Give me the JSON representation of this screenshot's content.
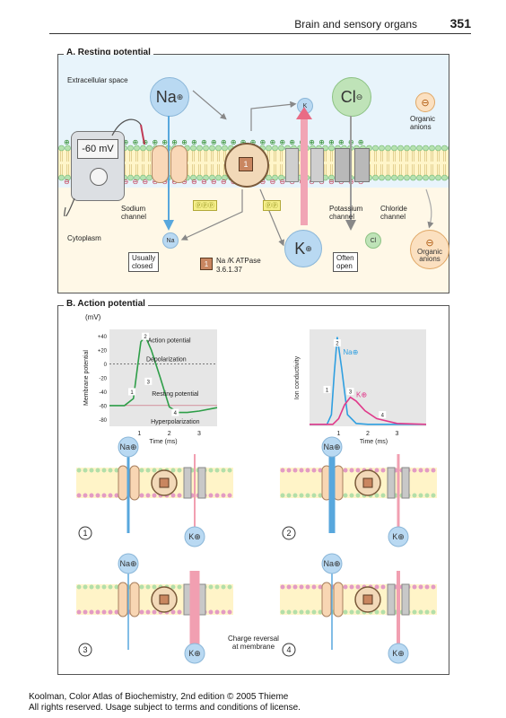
{
  "header": {
    "title": "Brain and sensory organs",
    "page": "351"
  },
  "panel_a": {
    "title": "A. Resting potential",
    "extracellular": "Extracellular space",
    "cytoplasm": "Cytoplasm",
    "voltmeter": "-60 mV",
    "na": "Na",
    "k": "K",
    "cl": "Cl",
    "k_small": "K",
    "na_small": "Na",
    "cl_small": "Cl",
    "sodium_channel": "Sodium\nchannel",
    "potassium_channel": "Potassium\nchannel",
    "chloride_channel": "Chloride\nchannel",
    "organic_anions_top": "Organic\nanions",
    "organic_anions_bottom": "Organic\nanions",
    "usually_closed": "Usually\nclosed",
    "often_open": "Often\nopen",
    "atpase_number": "1",
    "atpase_label": "Na /K  ATPase",
    "atpase_ec": "3.6.1.37",
    "pump_number": "1",
    "minus": "⊖",
    "plus": "⊕"
  },
  "panel_b": {
    "title": "B. Action potential",
    "chart_left": {
      "unit": "(mV)",
      "ylabel": "Membrane potential",
      "xlabel": "Time (ms)",
      "title": "Action potential",
      "depolarization": "Depolarization",
      "resting": "Resting potential",
      "hyperpolarization": "Hyperpolarization",
      "yticks": [
        "+40",
        "+20",
        "0",
        "-20",
        "-40",
        "-60",
        "-80"
      ],
      "xticks": [
        "1",
        "2",
        "3"
      ],
      "points": [
        "1",
        "2",
        "3",
        "4"
      ]
    },
    "chart_right": {
      "ylabel": "Ion conductivity",
      "xlabel": "Time (ms)",
      "na_label": "Na",
      "k_label": "K",
      "xticks": [
        "1",
        "2",
        "3"
      ],
      "points": [
        "1",
        "2",
        "3",
        "4"
      ]
    },
    "stages": [
      "1",
      "2",
      "3",
      "4"
    ],
    "charge_reversal": "Charge reversal\nat membrane",
    "na": "Na",
    "k": "K"
  },
  "footer": {
    "line1": "Koolman, Color Atlas of Biochemistry, 2nd edition © 2005 Thieme",
    "line2": "All rights reserved. Usage subject to terms and conditions of license."
  },
  "chart_data": [
    {
      "type": "line",
      "title": "Action potential",
      "xlabel": "Time (ms)",
      "ylabel": "Membrane potential",
      "unit": "(mV)",
      "ylim": [
        -90,
        50
      ],
      "xlim": [
        0,
        3.6
      ],
      "series": [
        {
          "x": [
            0,
            0.5,
            0.8,
            0.95,
            1.05,
            1.2,
            1.4,
            1.7,
            2.0,
            2.3,
            2.6,
            3.0,
            3.6
          ],
          "y": [
            -60,
            -60,
            -50,
            0,
            32,
            40,
            20,
            -20,
            -62,
            -70,
            -70,
            -68,
            -63
          ]
        }
      ]
    },
    {
      "type": "line",
      "xlabel": "Time (ms)",
      "ylabel": "Ion conductivity",
      "xlim": [
        0,
        4
      ],
      "series": [
        {
          "name": "Na",
          "x": [
            0,
            0.6,
            0.75,
            0.85,
            0.95,
            1.1,
            1.3,
            1.6,
            2.0,
            4
          ],
          "y": [
            2,
            2,
            12,
            55,
            92,
            60,
            12,
            3,
            2,
            2
          ]
        },
        {
          "name": "K",
          "x": [
            0,
            0.8,
            1.0,
            1.2,
            1.4,
            1.6,
            1.9,
            2.3,
            3.0,
            4
          ],
          "y": [
            2,
            2,
            8,
            22,
            30,
            26,
            16,
            8,
            3,
            2
          ]
        }
      ]
    }
  ]
}
